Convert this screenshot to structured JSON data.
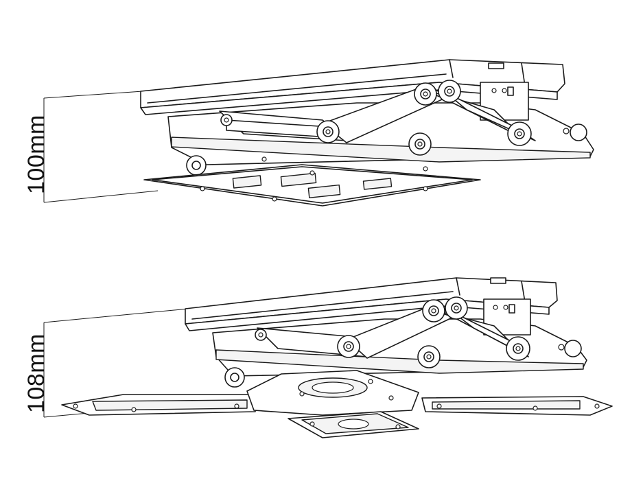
{
  "figure": {
    "views": [
      {
        "id": "retracted",
        "dimension_label": "100mm"
      },
      {
        "id": "extended",
        "dimension_label": "108mm"
      }
    ],
    "colors": {
      "line": "#1a1a1a",
      "background": "#ffffff"
    }
  }
}
